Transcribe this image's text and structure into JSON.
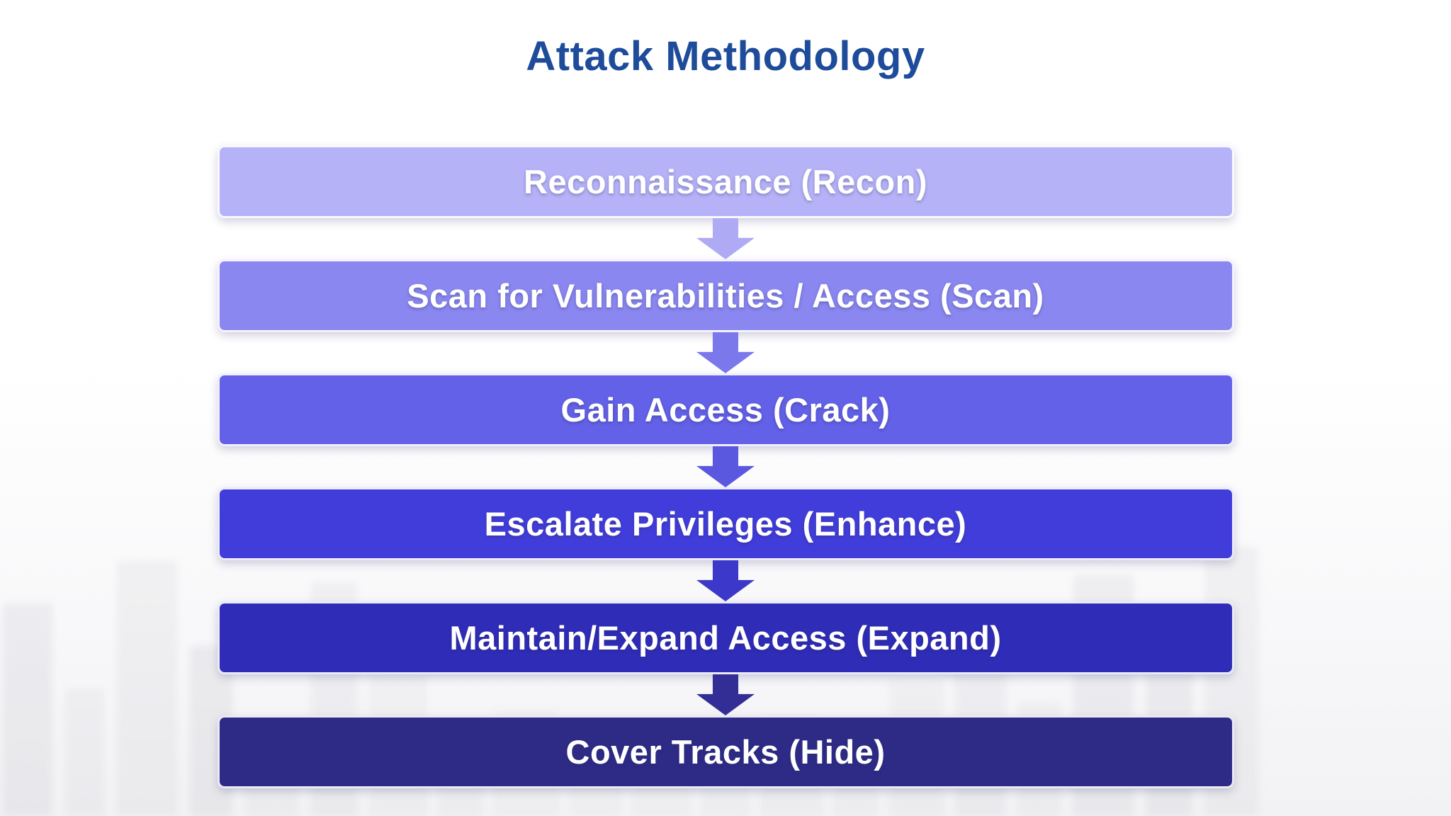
{
  "title": "Attack Methodology",
  "title_color": "#1e4b9a",
  "steps": [
    {
      "label": "Reconnaissance (Recon)",
      "color": "#b5b2f7"
    },
    {
      "label": "Scan for Vulnerabilities / Access (Scan)",
      "color": "#8a87f0"
    },
    {
      "label": "Gain Access (Crack)",
      "color": "#6361e7"
    },
    {
      "label": "Escalate Privileges (Enhance)",
      "color": "#413dda"
    },
    {
      "label": "Maintain/Expand Access (Expand)",
      "color": "#2f2cb8"
    },
    {
      "label": "Cover Tracks (Hide)",
      "color": "#2e2b87"
    }
  ],
  "arrows": [
    {
      "color": "#aeabf4"
    },
    {
      "color": "#7b78ec"
    },
    {
      "color": "#5b58e0"
    },
    {
      "color": "#3c38c9"
    },
    {
      "color": "#322e96"
    }
  ]
}
